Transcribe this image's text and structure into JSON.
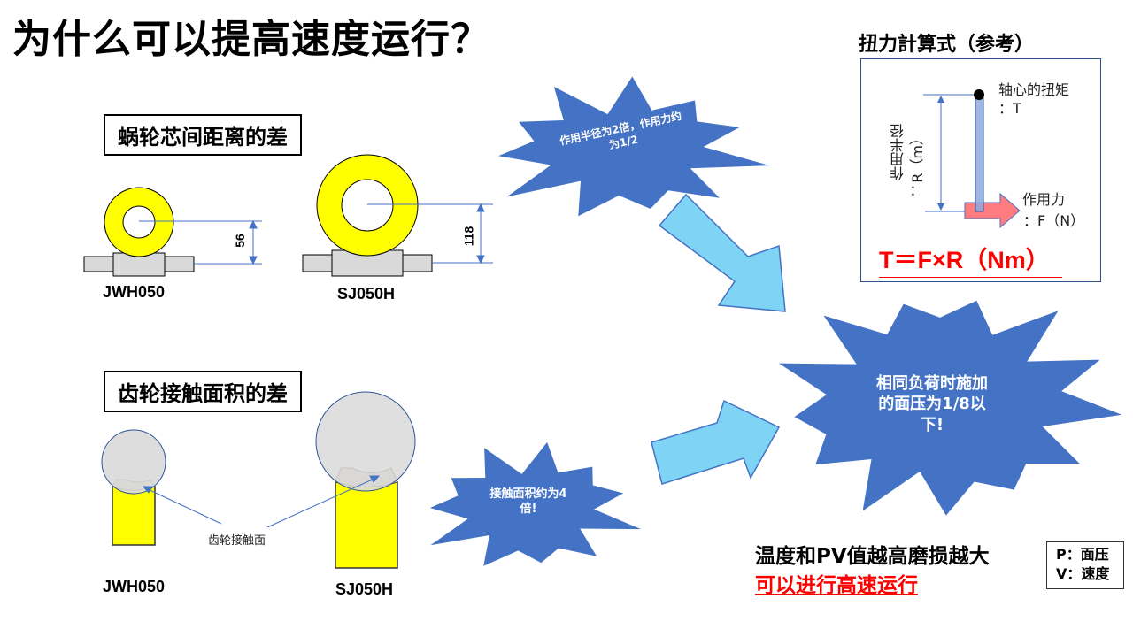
{
  "title": "为什么可以提高速度运行？",
  "section1": {
    "label": "蜗轮芯间距离的差",
    "left_model": "JWH050",
    "right_model": "SJ050H",
    "left_dim": "56",
    "right_dim": "118"
  },
  "section2": {
    "label": "齿轮接触面积的差",
    "left_model": "JWH050",
    "right_model": "SJ050H",
    "contact_label": "齿轮接触面"
  },
  "bursts": {
    "radius": "作用半径为2倍，作用力约为1/2",
    "area": "接触面积约为4倍!",
    "pressure": "相同负荷时施加的面压为1/8以下!"
  },
  "torque": {
    "title": "扭力計算式（参考）",
    "axis_label": "轴心的扭矩",
    "axis_symbol": "：T",
    "radius_label": "作用半径",
    "radius_symbol": "：R（m）",
    "force_label": "作用力",
    "force_symbol": "：F（N）",
    "formula": "T＝F×R（Nm）"
  },
  "conclusion": {
    "line1": "温度和PV值越高磨损越大",
    "line2": "可以进行高速运行"
  },
  "legend": {
    "p": "P：面压",
    "v": "V：速度"
  },
  "colors": {
    "yellow": "#ffff00",
    "burst": "#4472c4",
    "arrow": "#7fd4f5",
    "red": "#ff0000"
  }
}
